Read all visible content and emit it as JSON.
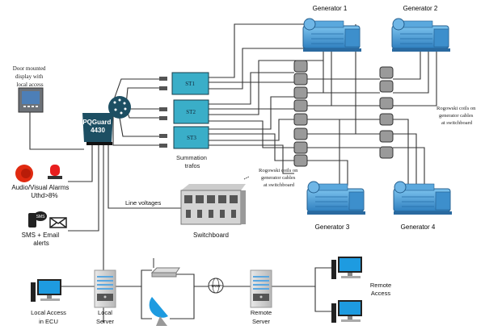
{
  "door_display": {
    "lines": [
      "Door mounted",
      "display with",
      "local access"
    ]
  },
  "pqguard": {
    "name": "PQGuard",
    "model": "4430",
    "color": "#1d4f63"
  },
  "trafos": {
    "items": [
      "ST1",
      "ST2",
      "ST3"
    ],
    "label": [
      "Summation",
      "trafos"
    ],
    "color": "#3aaec8"
  },
  "alarms": {
    "label": "Audio/Visual Alarms",
    "condition": "Uthd>8%"
  },
  "alerts": {
    "sms_badge": "SMS",
    "label": [
      "SMS + Email",
      "alerts"
    ]
  },
  "line_voltages": "Line voltages",
  "switchboard": "Switchboard",
  "rogowski_left": [
    "Rogowski coils on",
    "generator cables",
    "at switchboard"
  ],
  "rogowski_right": [
    "Rogowski coils on",
    "generator cables",
    "at switchboard"
  ],
  "generators": [
    "Generator 1",
    "Generator 2",
    "Generator 3",
    "Generator 4"
  ],
  "generator_color": "#4a9fd8",
  "network": {
    "local_access": [
      "Local Access",
      "in ECU"
    ],
    "local_server": [
      "Local",
      "Server"
    ],
    "www": "www",
    "remote_server": [
      "Remote",
      "Server"
    ],
    "remote_access": [
      "Remote",
      "Access"
    ]
  }
}
